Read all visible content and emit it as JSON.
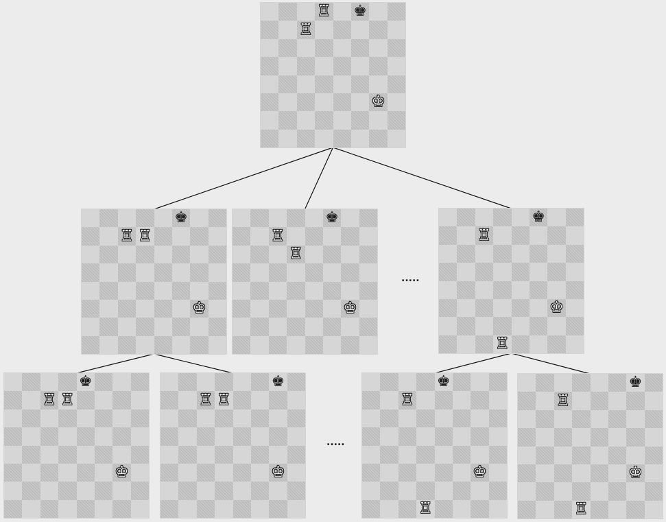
{
  "diagram": {
    "colors": {
      "background": "#ececec",
      "light_square": "#d6d6d6",
      "dark_square": "#bdbdbd",
      "edge": "#111111"
    },
    "ellipses": [
      ".....",
      "....."
    ],
    "boards": [
      {
        "id": "root",
        "pieces": [
          {
            "type": "rook",
            "color": "white",
            "square": "d8"
          },
          {
            "type": "king",
            "color": "black",
            "square": "f8"
          },
          {
            "type": "rook",
            "color": "white",
            "square": "c7"
          },
          {
            "type": "king",
            "color": "white",
            "square": "g3"
          }
        ]
      },
      {
        "id": "child-1",
        "pieces": [
          {
            "type": "king",
            "color": "black",
            "square": "f8"
          },
          {
            "type": "rook",
            "color": "white",
            "square": "c7"
          },
          {
            "type": "rook",
            "color": "white",
            "square": "d7"
          },
          {
            "type": "king",
            "color": "white",
            "square": "g3"
          }
        ]
      },
      {
        "id": "child-2",
        "pieces": [
          {
            "type": "king",
            "color": "black",
            "square": "f8"
          },
          {
            "type": "rook",
            "color": "white",
            "square": "c7"
          },
          {
            "type": "rook",
            "color": "white",
            "square": "d6"
          },
          {
            "type": "king",
            "color": "white",
            "square": "g3"
          }
        ]
      },
      {
        "id": "child-3",
        "pieces": [
          {
            "type": "king",
            "color": "black",
            "square": "f8"
          },
          {
            "type": "rook",
            "color": "white",
            "square": "c7"
          },
          {
            "type": "king",
            "color": "white",
            "square": "g3"
          },
          {
            "type": "rook",
            "color": "white",
            "square": "d1"
          }
        ]
      },
      {
        "id": "grandchild-1",
        "pieces": [
          {
            "type": "king",
            "color": "black",
            "square": "e8"
          },
          {
            "type": "rook",
            "color": "white",
            "square": "c7"
          },
          {
            "type": "rook",
            "color": "white",
            "square": "d7"
          },
          {
            "type": "king",
            "color": "white",
            "square": "g3"
          }
        ]
      },
      {
        "id": "grandchild-2",
        "pieces": [
          {
            "type": "king",
            "color": "black",
            "square": "g8"
          },
          {
            "type": "rook",
            "color": "white",
            "square": "c7"
          },
          {
            "type": "rook",
            "color": "white",
            "square": "d7"
          },
          {
            "type": "king",
            "color": "white",
            "square": "g3"
          }
        ]
      },
      {
        "id": "grandchild-3",
        "pieces": [
          {
            "type": "king",
            "color": "black",
            "square": "e8"
          },
          {
            "type": "rook",
            "color": "white",
            "square": "c7"
          },
          {
            "type": "king",
            "color": "white",
            "square": "g3"
          },
          {
            "type": "rook",
            "color": "white",
            "square": "d1"
          }
        ]
      },
      {
        "id": "grandchild-4",
        "pieces": [
          {
            "type": "king",
            "color": "black",
            "square": "g8"
          },
          {
            "type": "rook",
            "color": "white",
            "square": "c7"
          },
          {
            "type": "king",
            "color": "white",
            "square": "g3"
          },
          {
            "type": "rook",
            "color": "white",
            "square": "d1"
          }
        ]
      }
    ],
    "edges": [
      {
        "from": "root",
        "to": "child-1"
      },
      {
        "from": "root",
        "to": "child-2"
      },
      {
        "from": "root",
        "to": "child-3"
      },
      {
        "from": "child-1",
        "to": "grandchild-1"
      },
      {
        "from": "child-1",
        "to": "grandchild-2"
      },
      {
        "from": "child-3",
        "to": "grandchild-3"
      },
      {
        "from": "child-3",
        "to": "grandchild-4"
      }
    ]
  }
}
